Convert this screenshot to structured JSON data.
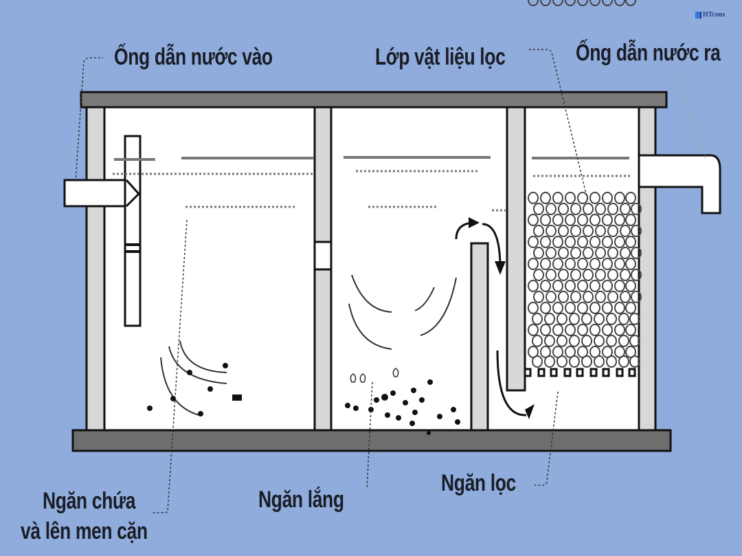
{
  "brand": {
    "logo_text": "HTcons",
    "icon": "building-logo-icon"
  },
  "labels": {
    "inlet_pipe": "Ống dẫn nước vào",
    "filter_media_layer": "Lớp vật liệu lọc",
    "outlet_pipe": "Ống dẫn nước ra",
    "storage_chamber_line1": "Ngăn chứa",
    "storage_chamber_line2": "và lên men cặn",
    "settling_chamber": "Ngăn lắng",
    "filter_chamber": "Ngăn lọc"
  },
  "colors": {
    "background": "#8facdc",
    "tank_slab": "#6e6e6e",
    "wall_fill": "#d8d8d8",
    "water": "#ffffff",
    "outline": "#111111",
    "text": "#1a1d26"
  }
}
